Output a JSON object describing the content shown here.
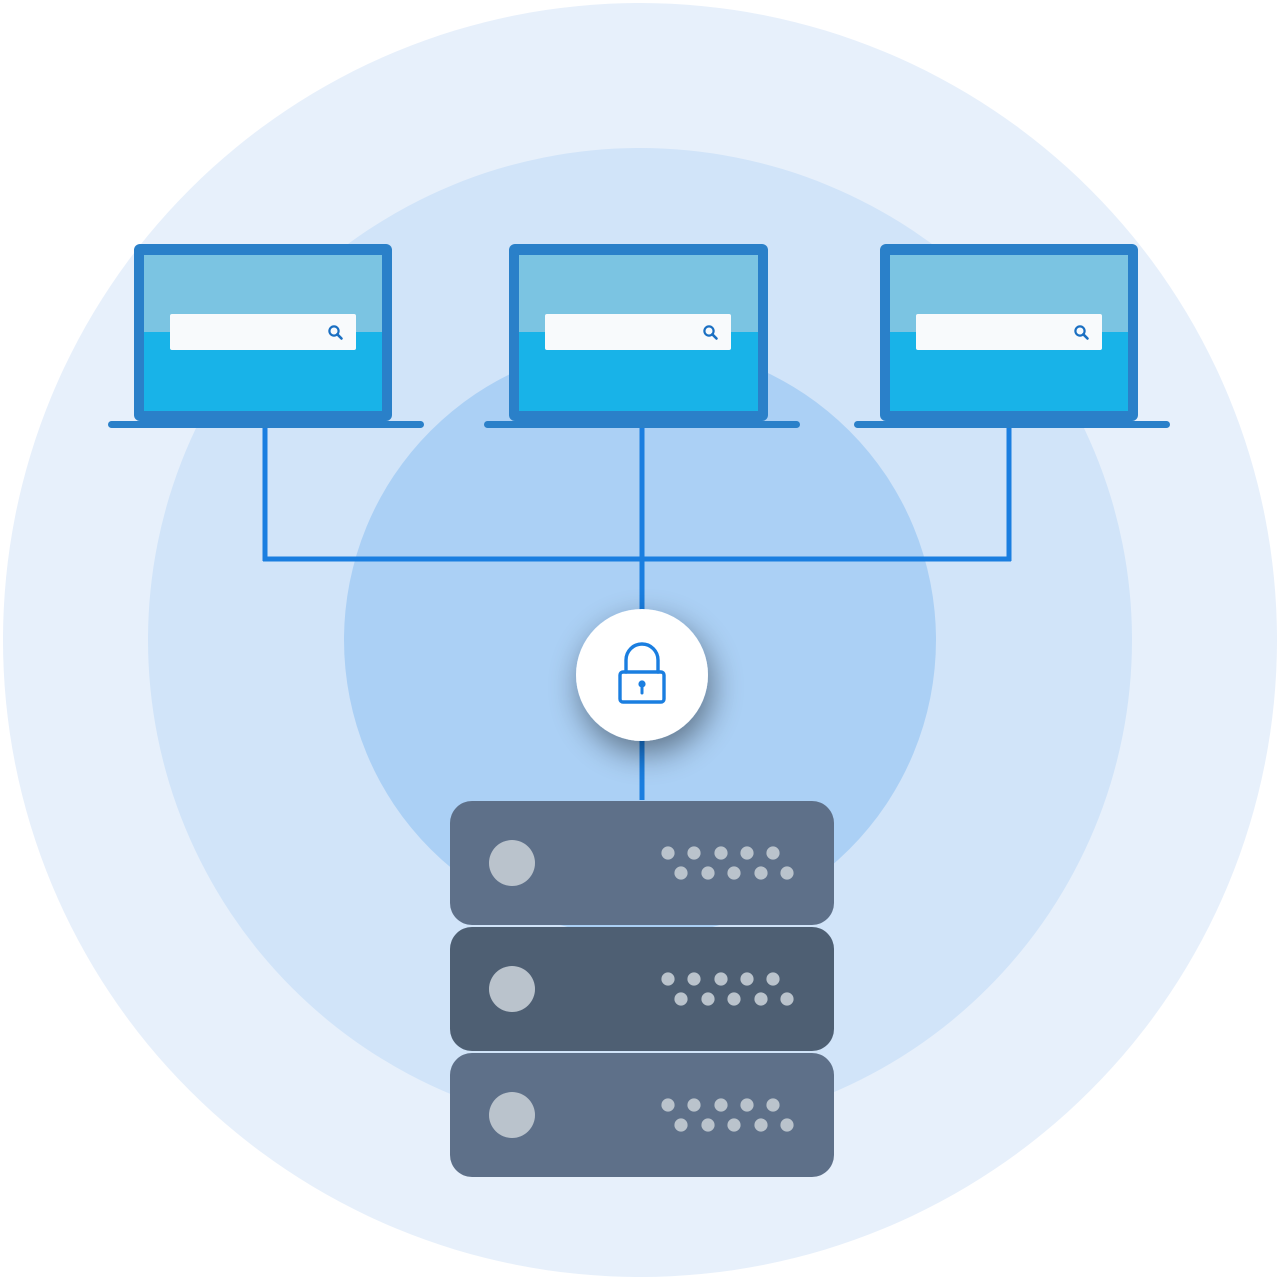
{
  "colors": {
    "ring_outer": "#e7f0fb",
    "ring_middle": "#d1e4f9",
    "ring_inner": "#abd0f5",
    "laptop_frame": "#2a80c9",
    "screen_top": "#7bc4e2",
    "screen_bottom": "#18b3e8",
    "search_box": "#f8fafc",
    "search_icon": "#1a6fc2",
    "connector": "#1a7ee0",
    "lock_circle": "#ffffff",
    "lock_icon": "#1a7ee0",
    "server_light": "#5e7089",
    "server_dark": "#4e5f73",
    "server_led": "#bac3cc"
  },
  "clients": [
    {
      "id": "laptop-left",
      "search_icon": "search-icon"
    },
    {
      "id": "laptop-center",
      "search_icon": "search-icon"
    },
    {
      "id": "laptop-right",
      "search_icon": "search-icon"
    }
  ],
  "lock": {
    "icon": "lock-icon"
  },
  "server": {
    "units": [
      {
        "id": "server-unit-top",
        "shade": "light"
      },
      {
        "id": "server-unit-middle",
        "shade": "dark"
      },
      {
        "id": "server-unit-bottom",
        "shade": "light"
      }
    ]
  }
}
